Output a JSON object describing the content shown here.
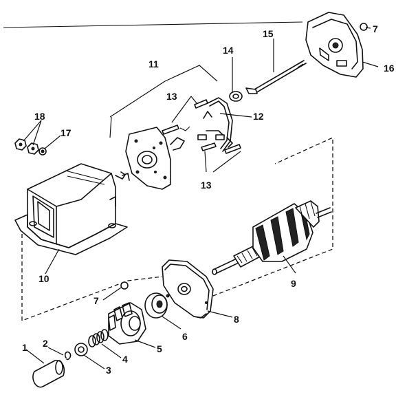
{
  "callouts": {
    "c1": "1",
    "c2": "2",
    "c3": "3",
    "c4": "4",
    "c5": "5",
    "c6": "6",
    "c7a": "7",
    "c7b": "7",
    "c8": "8",
    "c9": "9",
    "c10": "10",
    "c11": "11",
    "c12": "12",
    "c13a": "13",
    "c13b": "13",
    "c14": "14",
    "c15": "15",
    "c16": "16",
    "c17": "17",
    "c18": "18"
  },
  "colors": {
    "ink": "#111111",
    "paper": "#ffffff"
  }
}
